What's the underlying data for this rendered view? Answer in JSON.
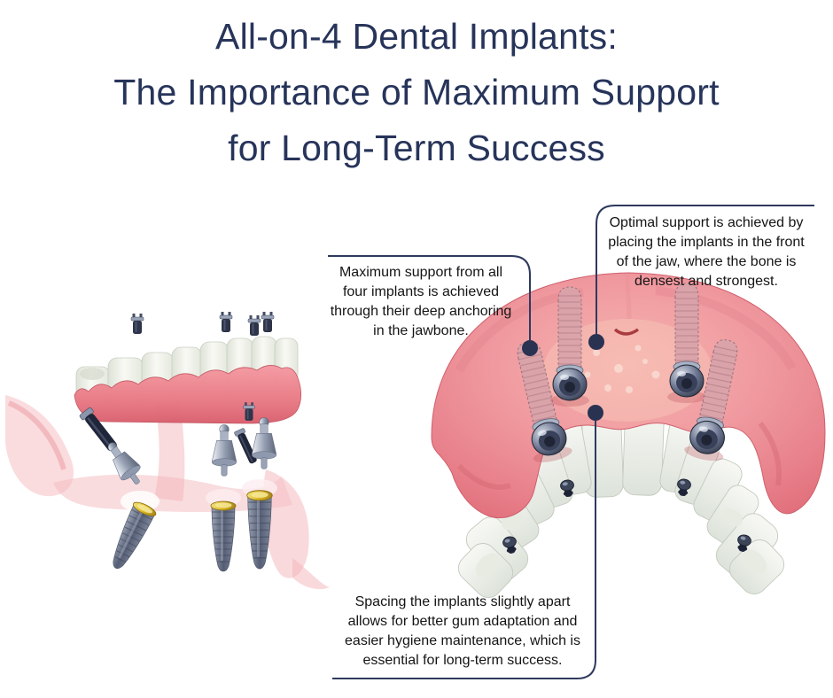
{
  "title": {
    "line1": "All-on-4 Dental Implants:",
    "line2": "The Importance of Maximum Support",
    "line3": "for Long-Term Success"
  },
  "callouts": {
    "anchoring": {
      "lines": [
        "Maximum support from all",
        "four implants is achieved",
        "through their deep anchoring",
        "in the jawbone."
      ]
    },
    "placement": {
      "lines": [
        "Optimal support is achieved by",
        "placing the implants in the front",
        "of the jaw, where the bone is",
        "densest and strongest."
      ]
    },
    "spacing": {
      "lines": [
        "Spacing the implants slightly apart",
        "allows for better gum adaptation and",
        "easier hygiene maintenance, which is",
        "essential for long-term success."
      ]
    }
  },
  "illustrations": {
    "left": {
      "name": "exploded-all-on-4-denture-with-implants"
    },
    "right": {
      "name": "upper-jaw-with-four-implants-and-denture-arch"
    }
  },
  "colors": {
    "background": "#ffffff",
    "title_text": "#27345a",
    "body_text": "#141414",
    "connector_line": "#2e3a5e",
    "anchor_dot": "#2a3252",
    "gum_pink": "#ee949b",
    "gum_edge": "#d5616c",
    "tooth_white": "#f2f3ee",
    "implant_metal": "#4a5468",
    "gold_collar": "#d9b41f"
  }
}
